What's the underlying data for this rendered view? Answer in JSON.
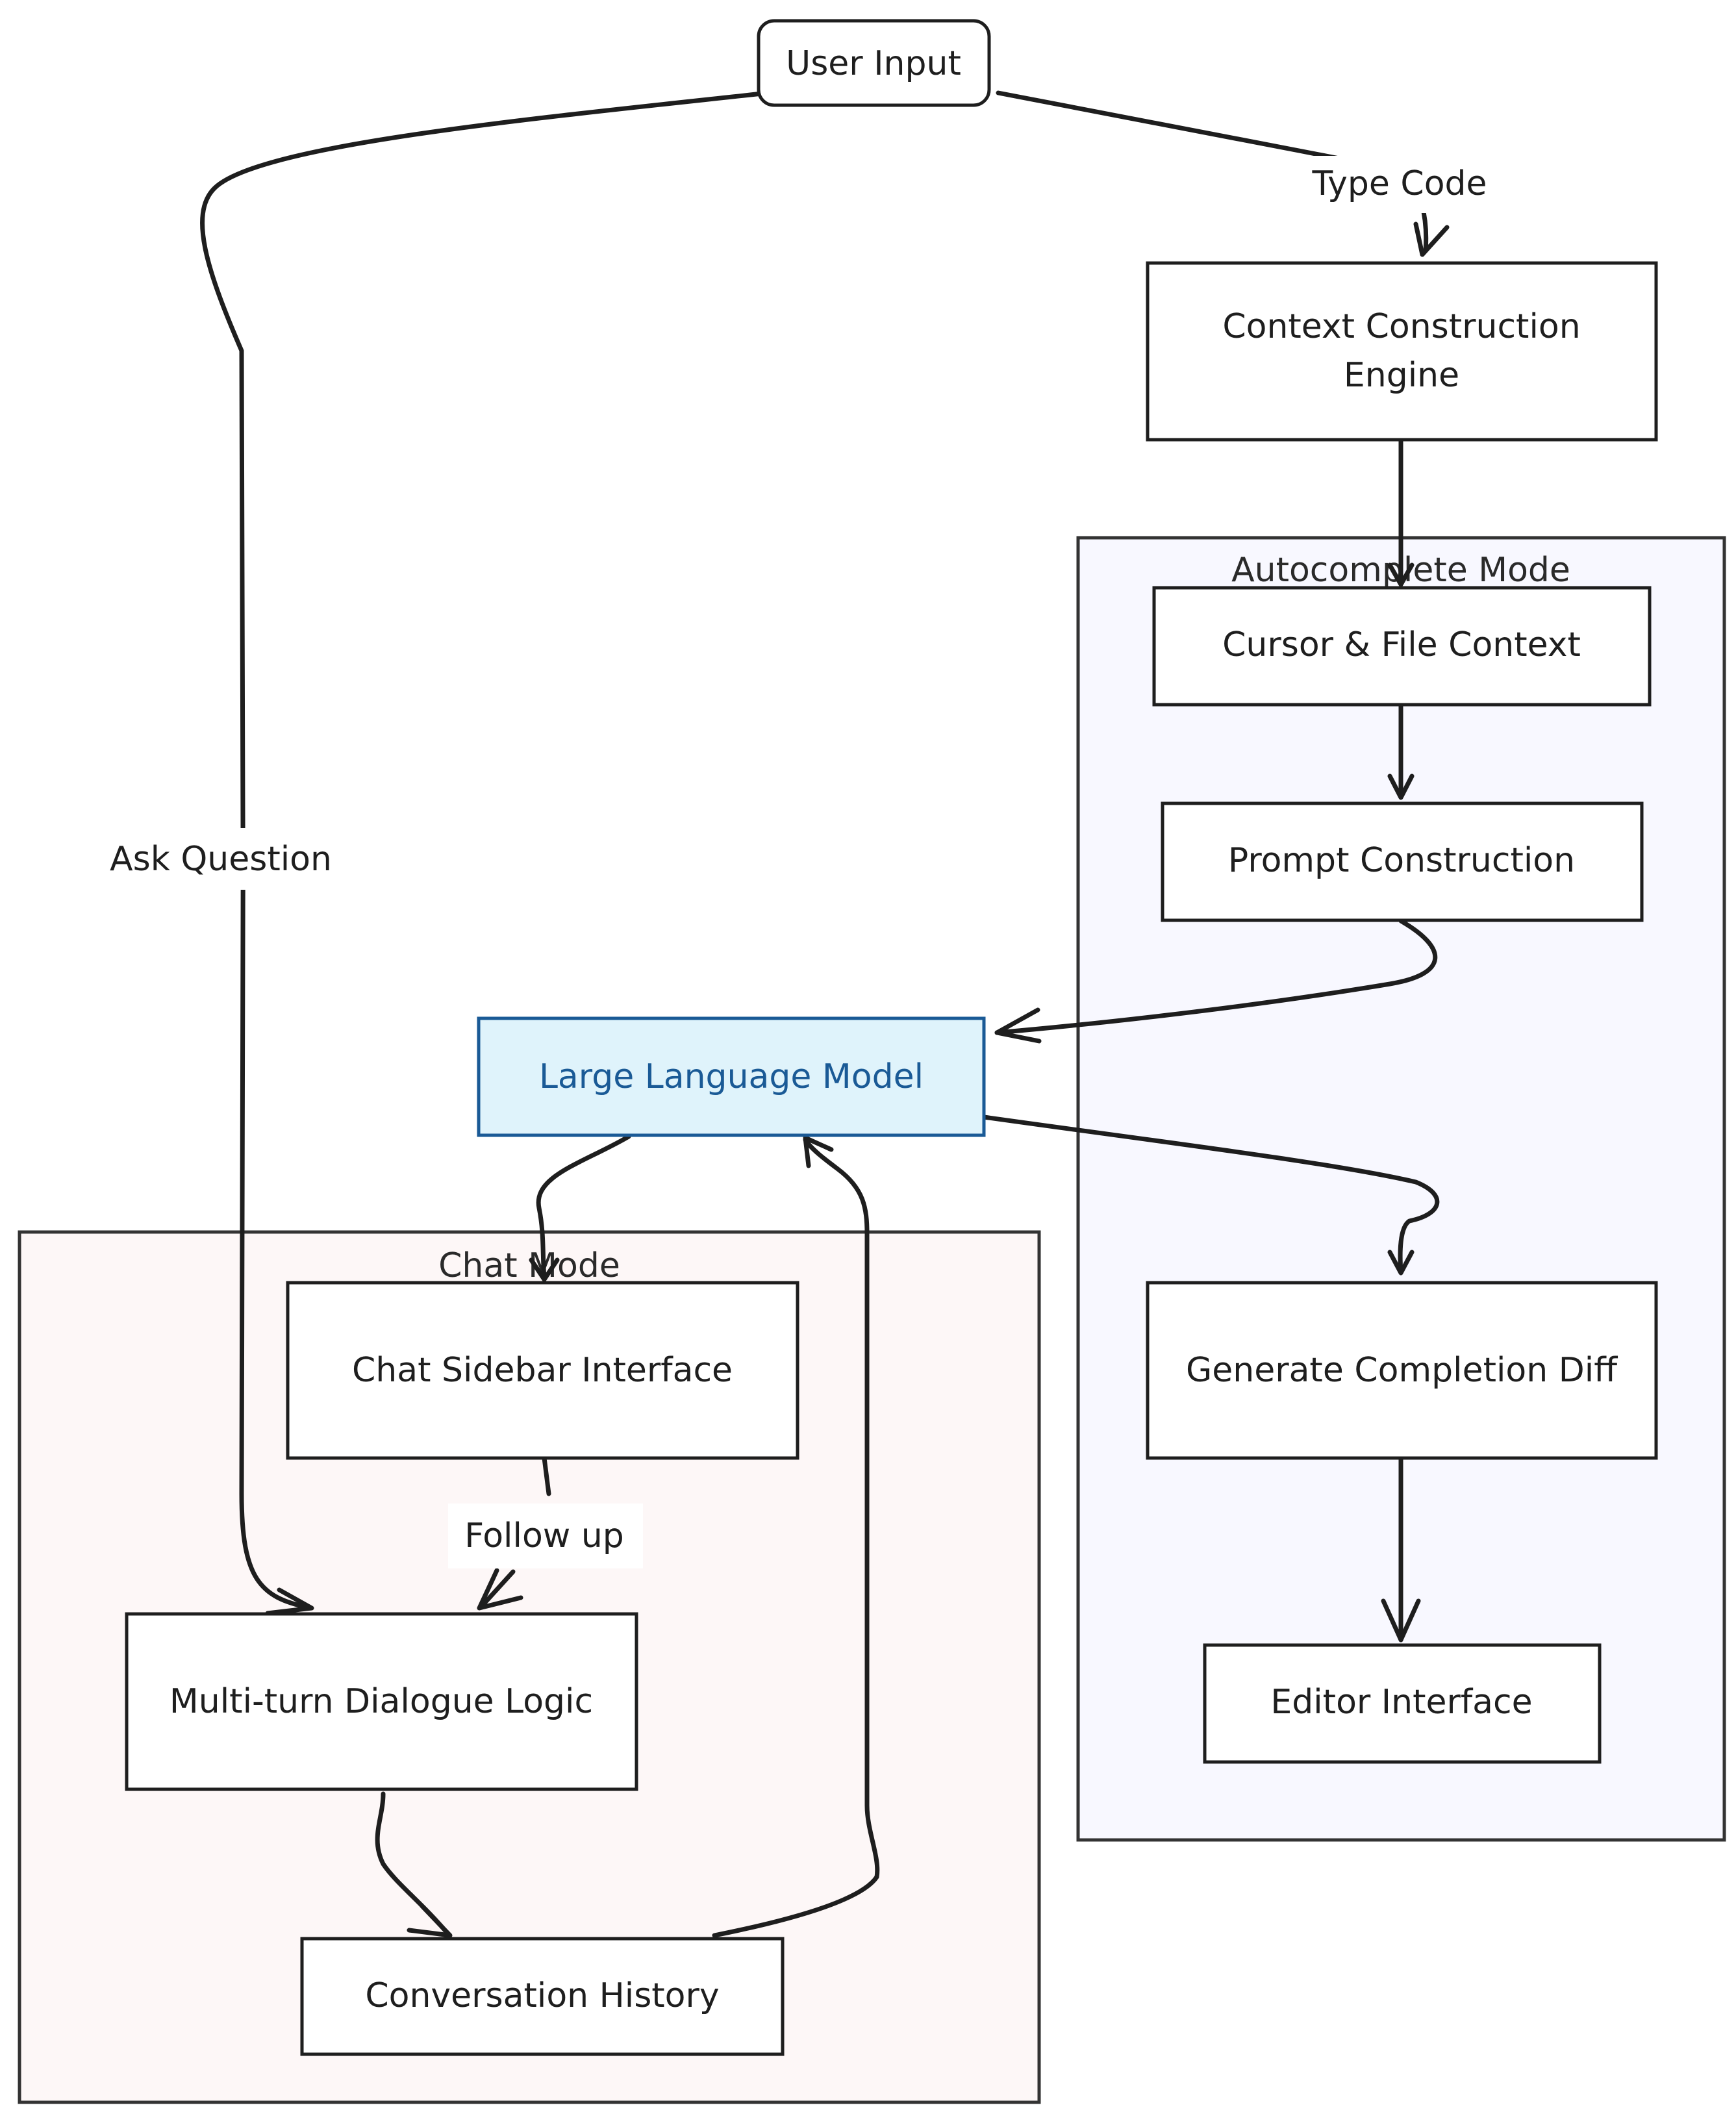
{
  "colors": {
    "stroke": "#1e1e1e",
    "node_fill": "#ffffff",
    "highlight_fill": "#dff3fb",
    "highlight_stroke": "#1a5a96",
    "highlight_text": "#1a5a96",
    "chat_group_fill": "#fdf7f7",
    "autocomplete_group_fill": "#f8f8ff"
  },
  "groups": {
    "chat_mode": "Chat Mode",
    "autocomplete_mode": "Autocomplete Mode"
  },
  "nodes": {
    "user_input": "User Input",
    "context_engine_line1": "Context Construction",
    "context_engine_line2": "Engine",
    "cursor_file_context": "Cursor & File Context",
    "prompt_construction": "Prompt Construction",
    "llm": "Large Language Model",
    "generate_diff": "Generate Completion Diff",
    "editor_interface": "Editor Interface",
    "chat_sidebar": "Chat Sidebar Interface",
    "dialogue_logic": "Multi-turn Dialogue Logic",
    "conversation_history": "Conversation History"
  },
  "edge_labels": {
    "type_code": "Type Code",
    "ask_question": "Ask Question",
    "follow_up": "Follow up"
  }
}
